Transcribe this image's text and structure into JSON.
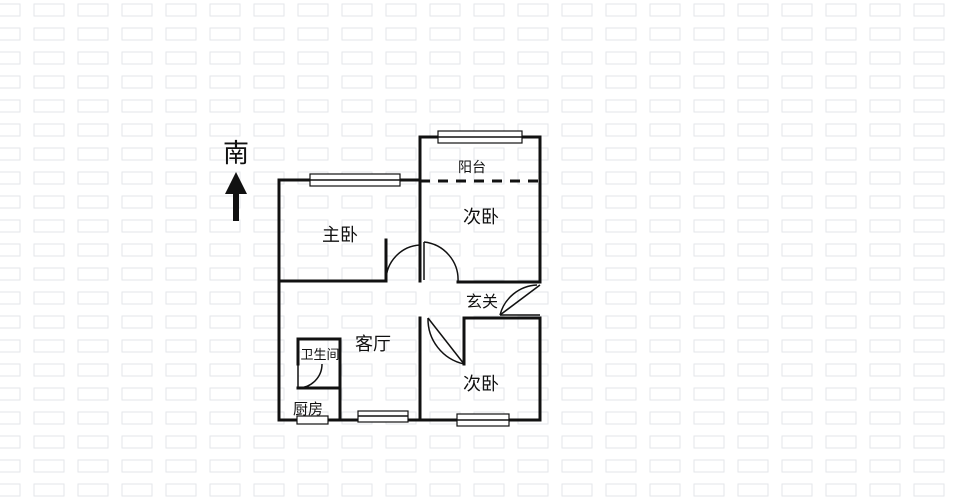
{
  "compass": {
    "label": "南"
  },
  "rooms": {
    "balcony": "阳台",
    "master_bedroom": "主卧",
    "second_bedroom_north": "次卧",
    "entrance": "玄关",
    "living_room": "客厅",
    "bathroom": "卫生间",
    "second_bedroom_south": "次卧",
    "kitchen": "厨房"
  }
}
